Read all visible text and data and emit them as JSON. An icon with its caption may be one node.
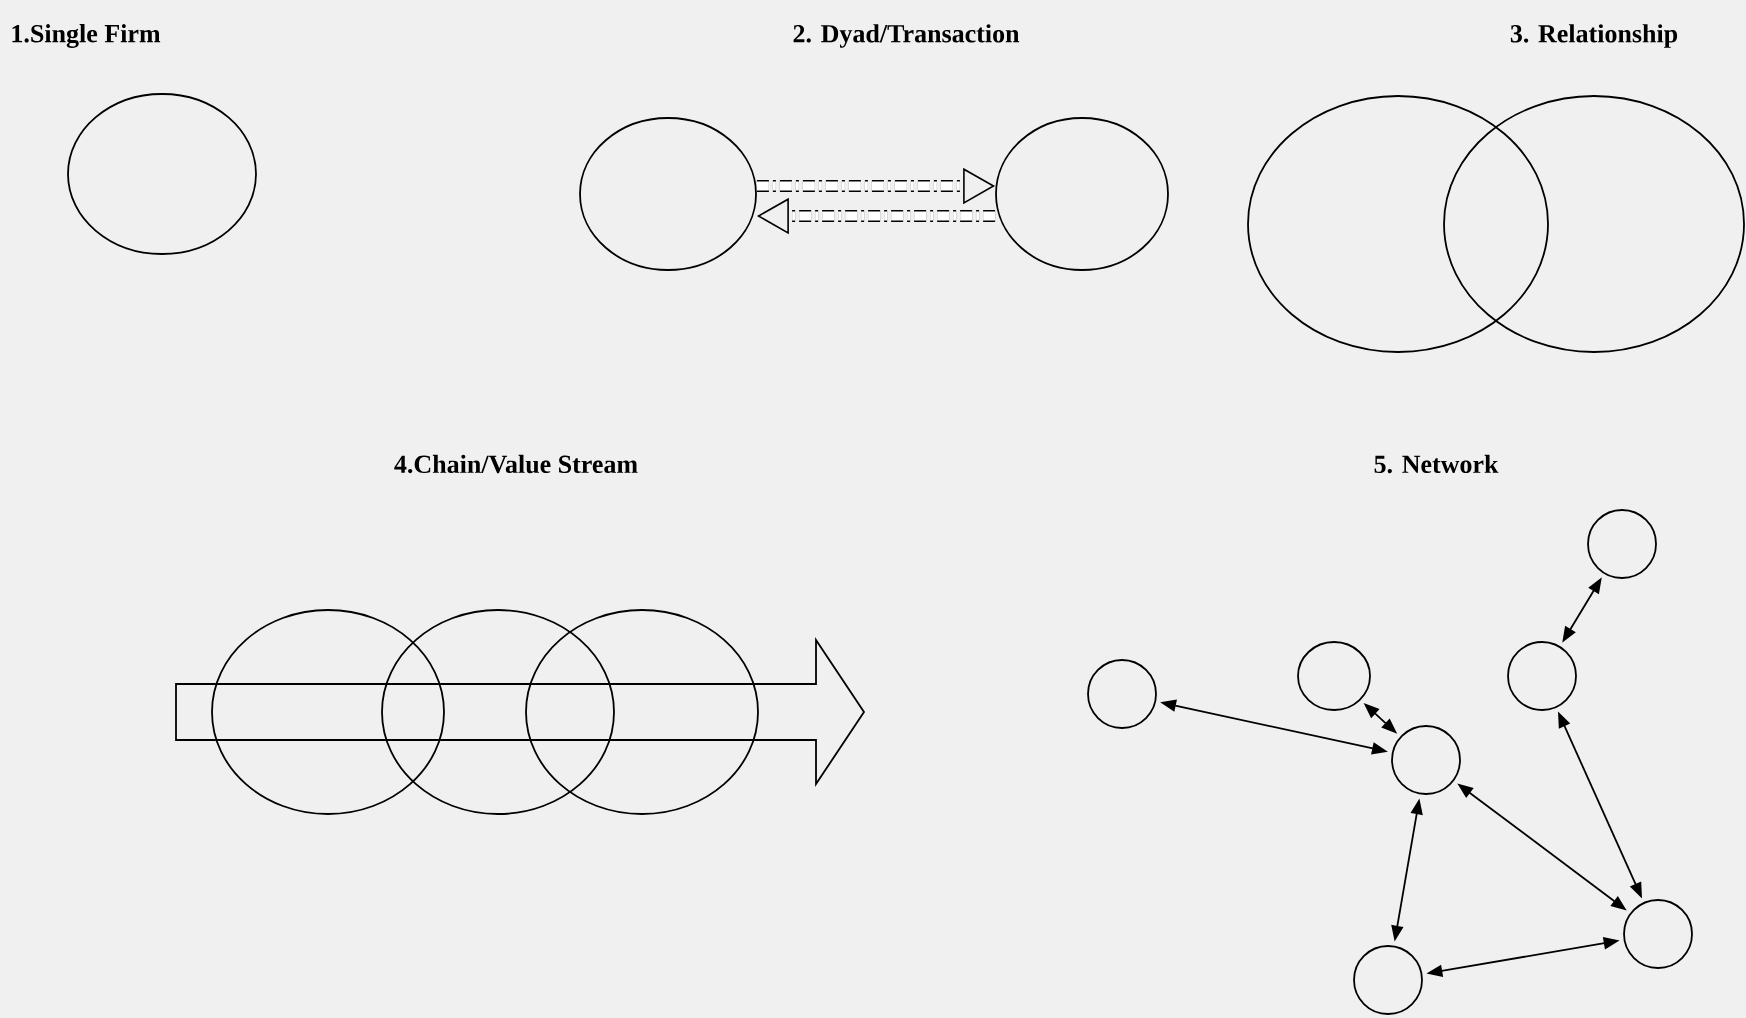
{
  "diagram": {
    "nodes": [
      {
        "text": [],
        "shape": "circle"
      },
      {
        "text": [],
        "shape": "circle"
      },
      {
        "text": [],
        "shape": "circle"
      },
      {
        "text": [],
        "shape": "circle"
      },
      {
        "text": [],
        "shape": "circle"
      },
      {
        "text": [],
        "shape": "circle"
      },
      {
        "text": [],
        "shape": "circle"
      },
      {
        "text": [],
        "shape": "circle"
      },
      {
        "text": [],
        "shape": "circle"
      },
      {
        "text": [],
        "shape": "circle"
      },
      {
        "text": [],
        "shape": "circle"
      },
      {
        "text": [],
        "shape": "circle"
      },
      {
        "text": [],
        "shape": "circle"
      },
      {
        "text": [],
        "shape": "circle"
      },
      {
        "text": [],
        "shape": "circle"
      }
    ],
    "edges": [
      {
        "from": 1,
        "to": 2,
        "arrow": "to",
        "style": "dashed"
      },
      {
        "from": 2,
        "to": 1,
        "arrow": "to",
        "style": "dashed"
      },
      {
        "from": 8,
        "to": 10,
        "arrow": "both"
      },
      {
        "from": 11,
        "to": 12,
        "arrow": "both"
      },
      {
        "from": 9,
        "to": 12,
        "arrow": "both"
      },
      {
        "from": 10,
        "to": 13,
        "arrow": "both"
      },
      {
        "from": 12,
        "to": 13,
        "arrow": "both"
      },
      {
        "from": 12,
        "to": 14,
        "arrow": "both"
      },
      {
        "from": 14,
        "to": 13,
        "arrow": "both"
      }
    ],
    "labels": [
      "1.Single Firm",
      "2. Dyad/Transaction",
      "3. Relationship",
      "4.Chain/Value Stream",
      "5. Network"
    ]
  }
}
